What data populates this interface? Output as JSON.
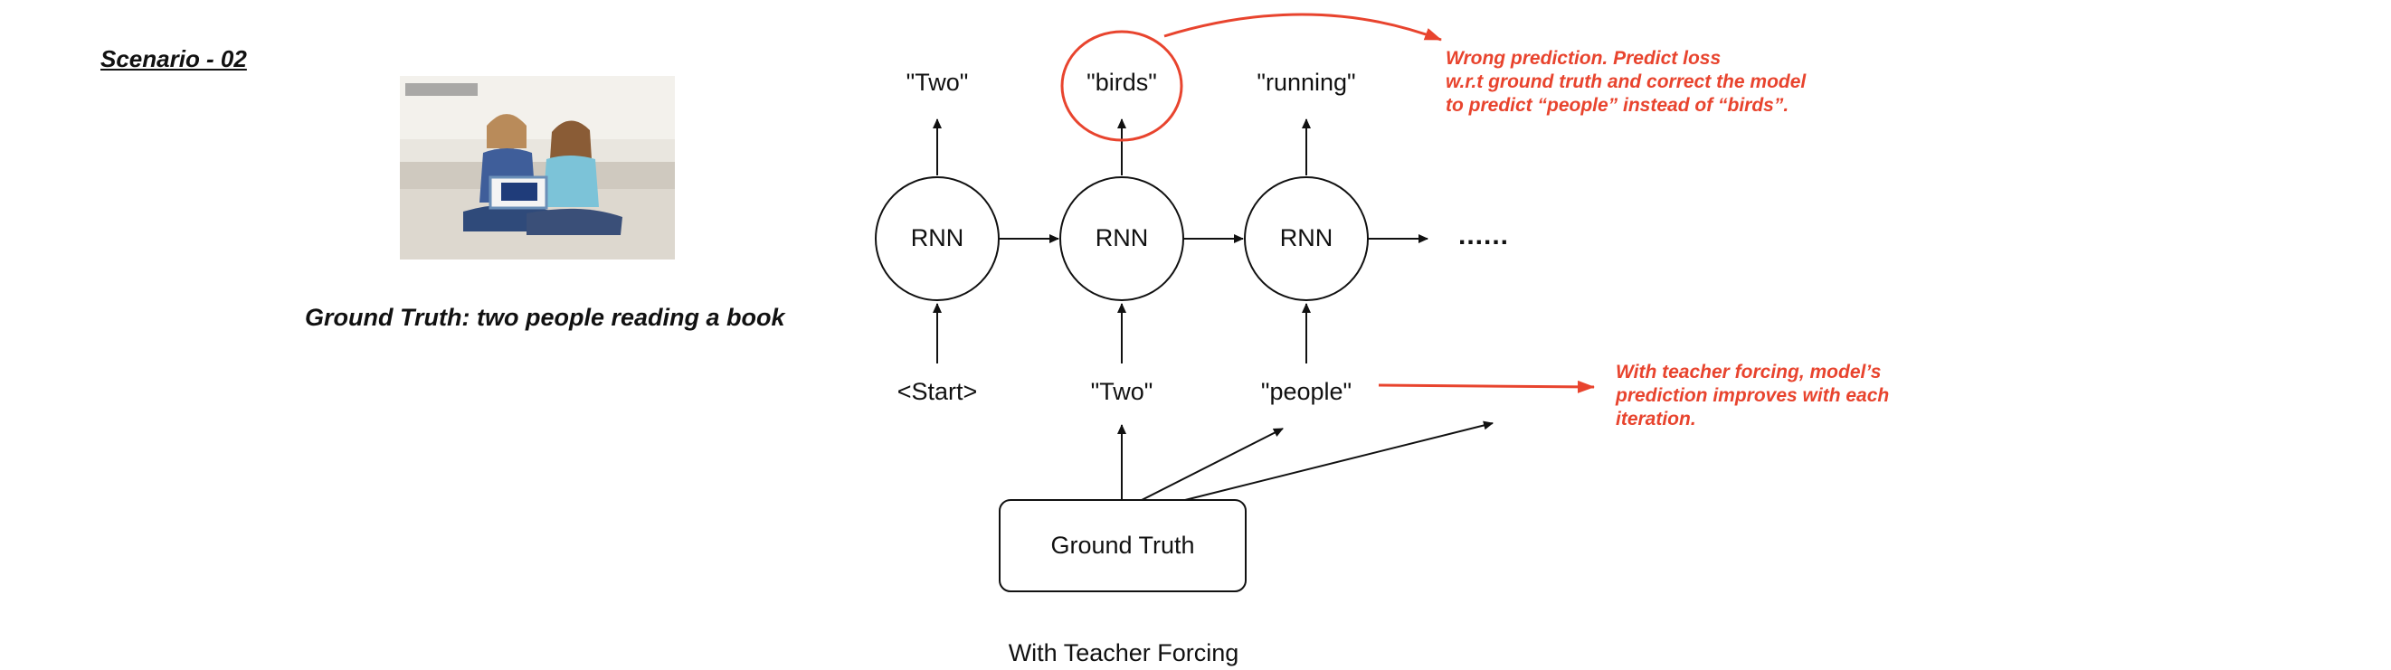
{
  "scenario_title": "Scenario - 02",
  "ground_truth_caption": "Ground Truth: two people reading a book",
  "outputs": [
    "\"Two\"",
    "\"birds\"",
    "\"running\""
  ],
  "inputs": [
    "<Start>",
    "\"Two\"",
    "\"people\""
  ],
  "cells": [
    "RNN",
    "RNN",
    "RNN"
  ],
  "continuation": "......",
  "ground_truth_box": "Ground Truth",
  "note_wrong": [
    "Wrong prediction. Predict loss",
    "w.r.t ground truth and correct the model",
    "to predict “people” instead of “birds”."
  ],
  "note_teacher": [
    "With teacher forcing, model’s",
    "prediction improves with each",
    "iteration."
  ],
  "footer": "With Teacher Forcing",
  "colors": {
    "annotation": "#e8442e",
    "line": "#111111"
  }
}
